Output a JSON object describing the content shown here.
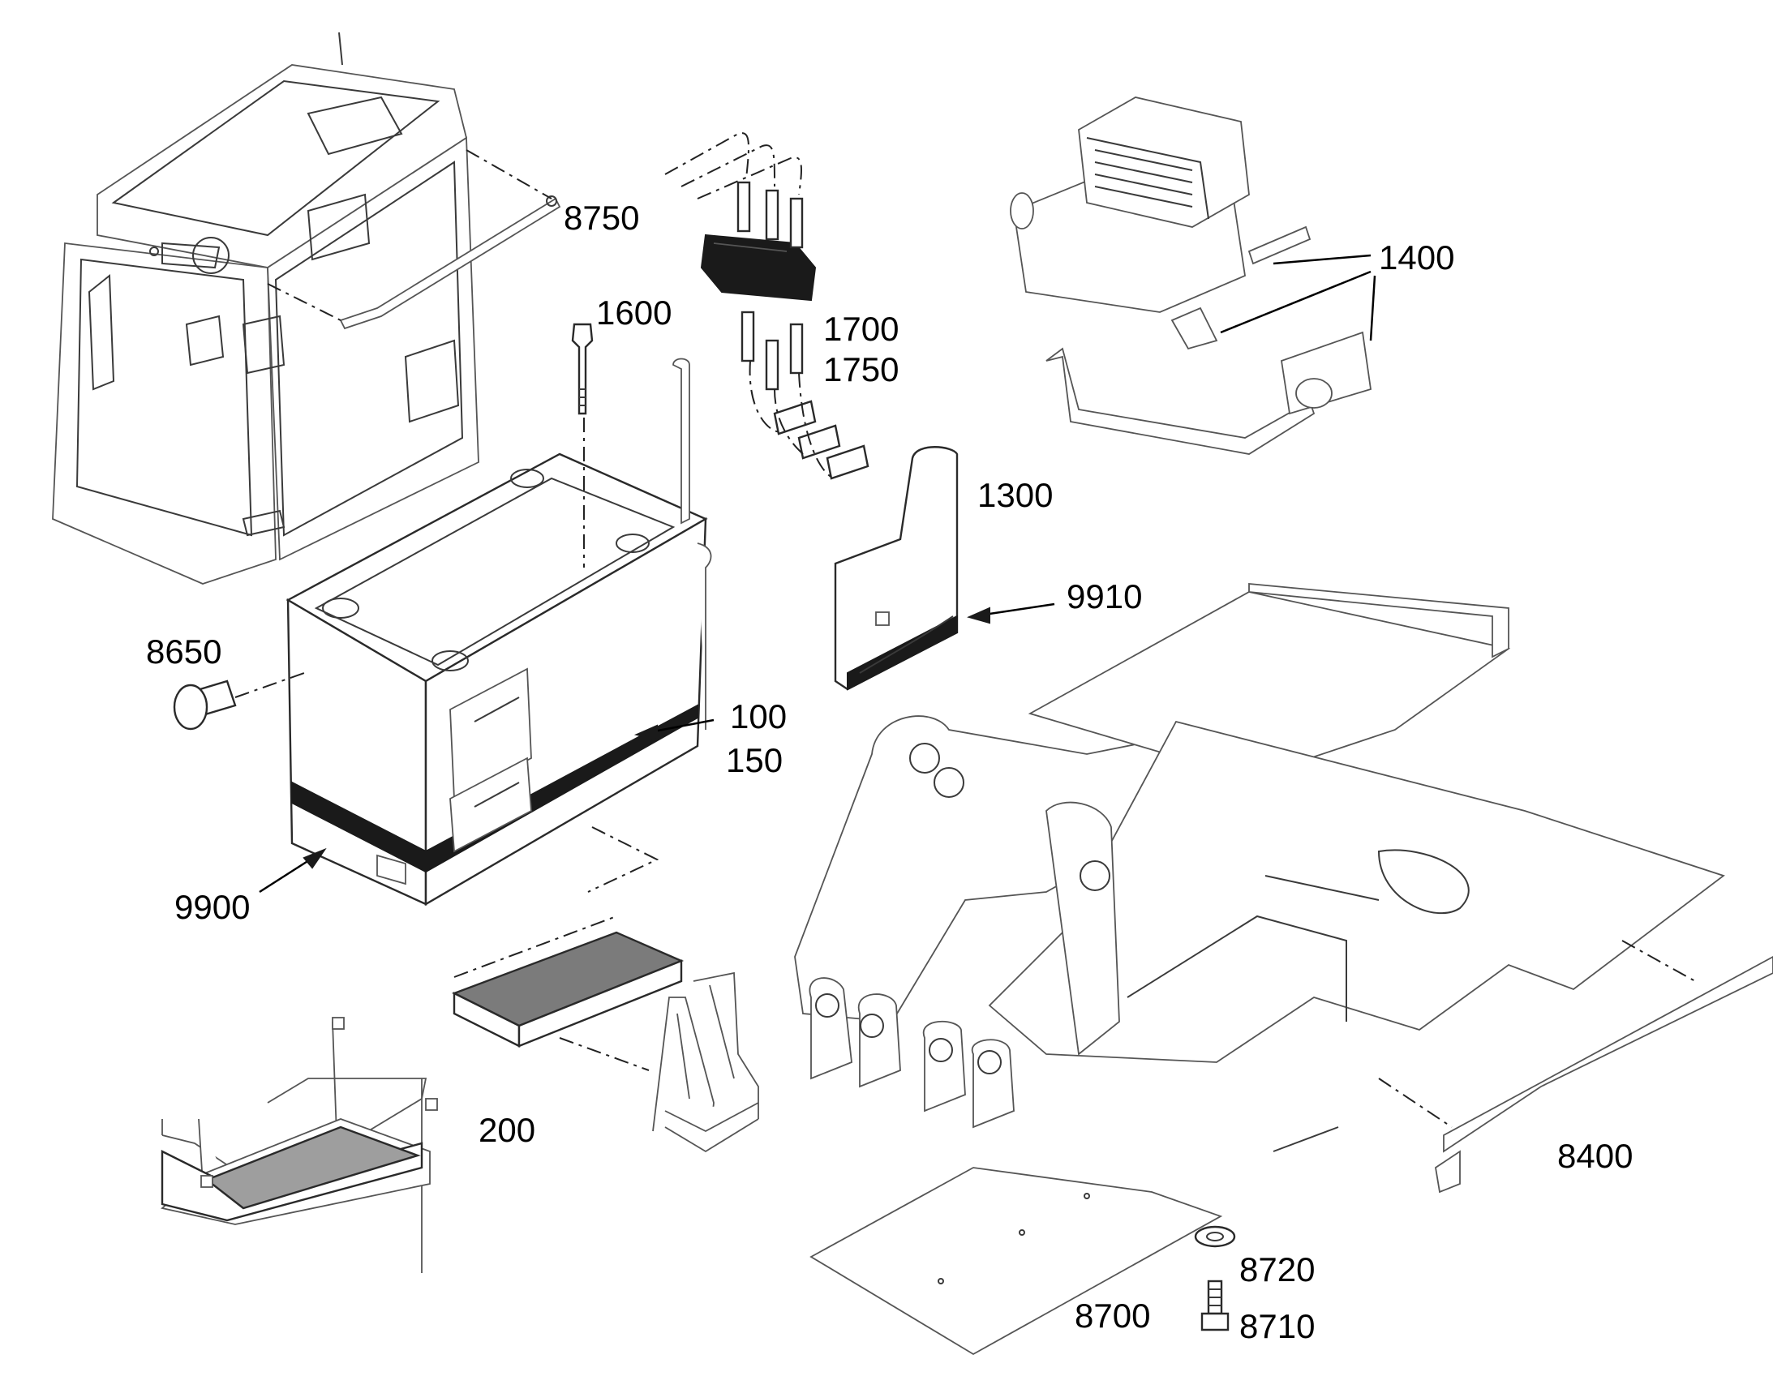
{
  "labels": {
    "l8750": "8750",
    "l1600": "1600",
    "l1700": "1700",
    "l1750": "1750",
    "l1400": "1400",
    "l1300": "1300",
    "l9910": "9910",
    "l8650": "8650",
    "l100": "100",
    "l150": "150",
    "l9900": "9900",
    "l200": "200",
    "l8400": "8400",
    "l8720": "8720",
    "l8700": "8700",
    "l8710": "8710"
  }
}
